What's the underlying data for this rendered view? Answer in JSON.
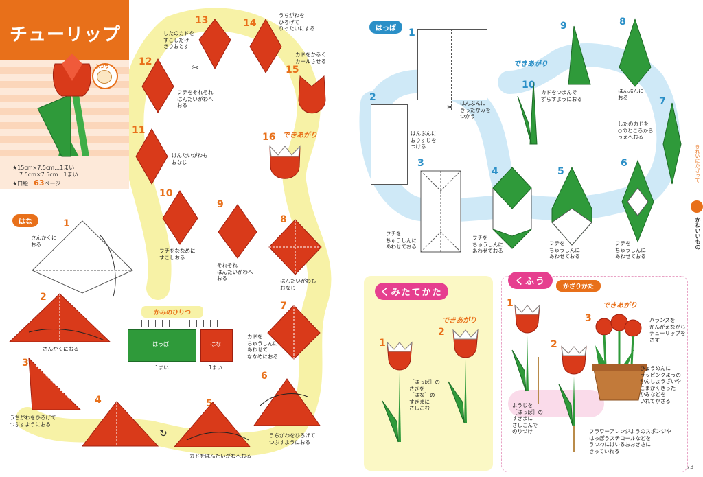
{
  "title": "チューリップ",
  "badge": "ふつう",
  "paper_info": {
    "line1": "★15cm×7.5cm…1まい",
    "line2": "7.5cm×7.5cm…1まい",
    "line3_prefix": "★口絵…",
    "line3_page": "63",
    "line3_suffix": "ページ"
  },
  "hana_section": {
    "label": "はな",
    "steps": {
      "s1": {
        "num": "1",
        "text": "さんかくに\nおる"
      },
      "s2": {
        "num": "2",
        "text": "さんかくにおる"
      },
      "s3": {
        "num": "3",
        "text": "うちがわをひろげて\nつぶすようにおる"
      },
      "s4": {
        "num": "4",
        "text": ""
      },
      "s5": {
        "num": "5",
        "text": "カドをはんたいがわへおる"
      },
      "s6": {
        "num": "6",
        "text": "うちがわをひろげて\nつぶすようにおる"
      },
      "s7": {
        "num": "7",
        "text": "カドを\nちゅうしんに\nあわせて\nななめにおる"
      },
      "s8": {
        "num": "8",
        "text": "はんたいがわも\nおなじ"
      },
      "s9": {
        "num": "9",
        "text": "それぞれ\nはんたいがわへ\nおる"
      },
      "s10": {
        "num": "10",
        "text": "フチをななめに\nすこしおる"
      },
      "s11": {
        "num": "11",
        "text": "はんたいがわも\nおなじ"
      },
      "s12": {
        "num": "12",
        "text": "フチをそれぞれ\nはんたいがわへ\nおる"
      },
      "s13": {
        "num": "13",
        "text": "したのカドを\nすこしだけ\nきりおとす"
      },
      "s14": {
        "num": "14",
        "text": "うちがわを\nひろげて\nりったいにする"
      },
      "s15": {
        "num": "15",
        "text": "カドをかるく\nカールさせる"
      },
      "s16": {
        "num": "16",
        "text": ""
      }
    },
    "done": "できあがり"
  },
  "ratio": {
    "title": "かみのひりつ",
    "leaf_label": "はっぱ",
    "flower_label": "はな",
    "leaf_count": "1まい",
    "flower_count": "1まい"
  },
  "happa_section": {
    "label": "はっぱ",
    "steps": {
      "s1": {
        "num": "1",
        "text": "はんぶんに\nきったかみを\nつかう"
      },
      "s2": {
        "num": "2",
        "text": "はんぶんに\nおりすじを\nつける"
      },
      "s3": {
        "num": "3",
        "text": "フチを\nちゅうしんに\nあわせておる"
      },
      "s4": {
        "num": "4",
        "text": "フチを\nちゅうしんに\nあわせておる"
      },
      "s5": {
        "num": "5",
        "text": "フチを\nちゅうしんに\nあわせておる"
      },
      "s6": {
        "num": "6",
        "text": "フチを\nちゅうしんに\nあわせておる"
      },
      "s7": {
        "num": "7",
        "text": "したのカドを\n○のところから\nうえへおる"
      },
      "s8": {
        "num": "8",
        "text": "はんぶんに\nおる"
      },
      "s9": {
        "num": "9",
        "text": "カドをつまんで\nずらすようにおる"
      },
      "s10": {
        "num": "10",
        "text": ""
      }
    },
    "done": "できあがり"
  },
  "kumitate": {
    "title": "くみたてかた",
    "s1": {
      "num": "1",
      "text": "［はっぱ］の\nさきを\n［はな］の\nすきまに\nさしこむ"
    },
    "s2": {
      "num": "2",
      "text": ""
    },
    "done": "できあがり"
  },
  "kufuu": {
    "title": "くふう",
    "subtitle": "かざりかた",
    "s1": {
      "num": "1",
      "text": "ようじを\n［はっぱ］の\nすきまに\nさしこんで\nのりづけ"
    },
    "s2": {
      "num": "2",
      "text": ""
    },
    "s3": {
      "num": "3",
      "text": "バランスを\nかんがえながら\nチューリップを\nさす"
    },
    "pot_note": "ひょうめんに\nラッピングようの\nかんしょうざいや\nこまかくきった\nかみなどを\nいれてかざる",
    "arrange_note": "フラワーアレンジようのスポンジや\nはっぽうスチロールなどを\nうつわにはいるおおきさに\nきっていれる",
    "done": "できあがり"
  },
  "side_tab": {
    "category": "きれいにかざって",
    "chapter": "かわいいもの"
  },
  "page_number": "73",
  "colors": {
    "orange": "#e8701a",
    "red": "#d93a1a",
    "green": "#2f9a3a",
    "yellow_path": "#f7f2a6",
    "blue_path": "#cfe9f7",
    "pink": "#e63f8f",
    "blue_label": "#2a8fc7"
  }
}
